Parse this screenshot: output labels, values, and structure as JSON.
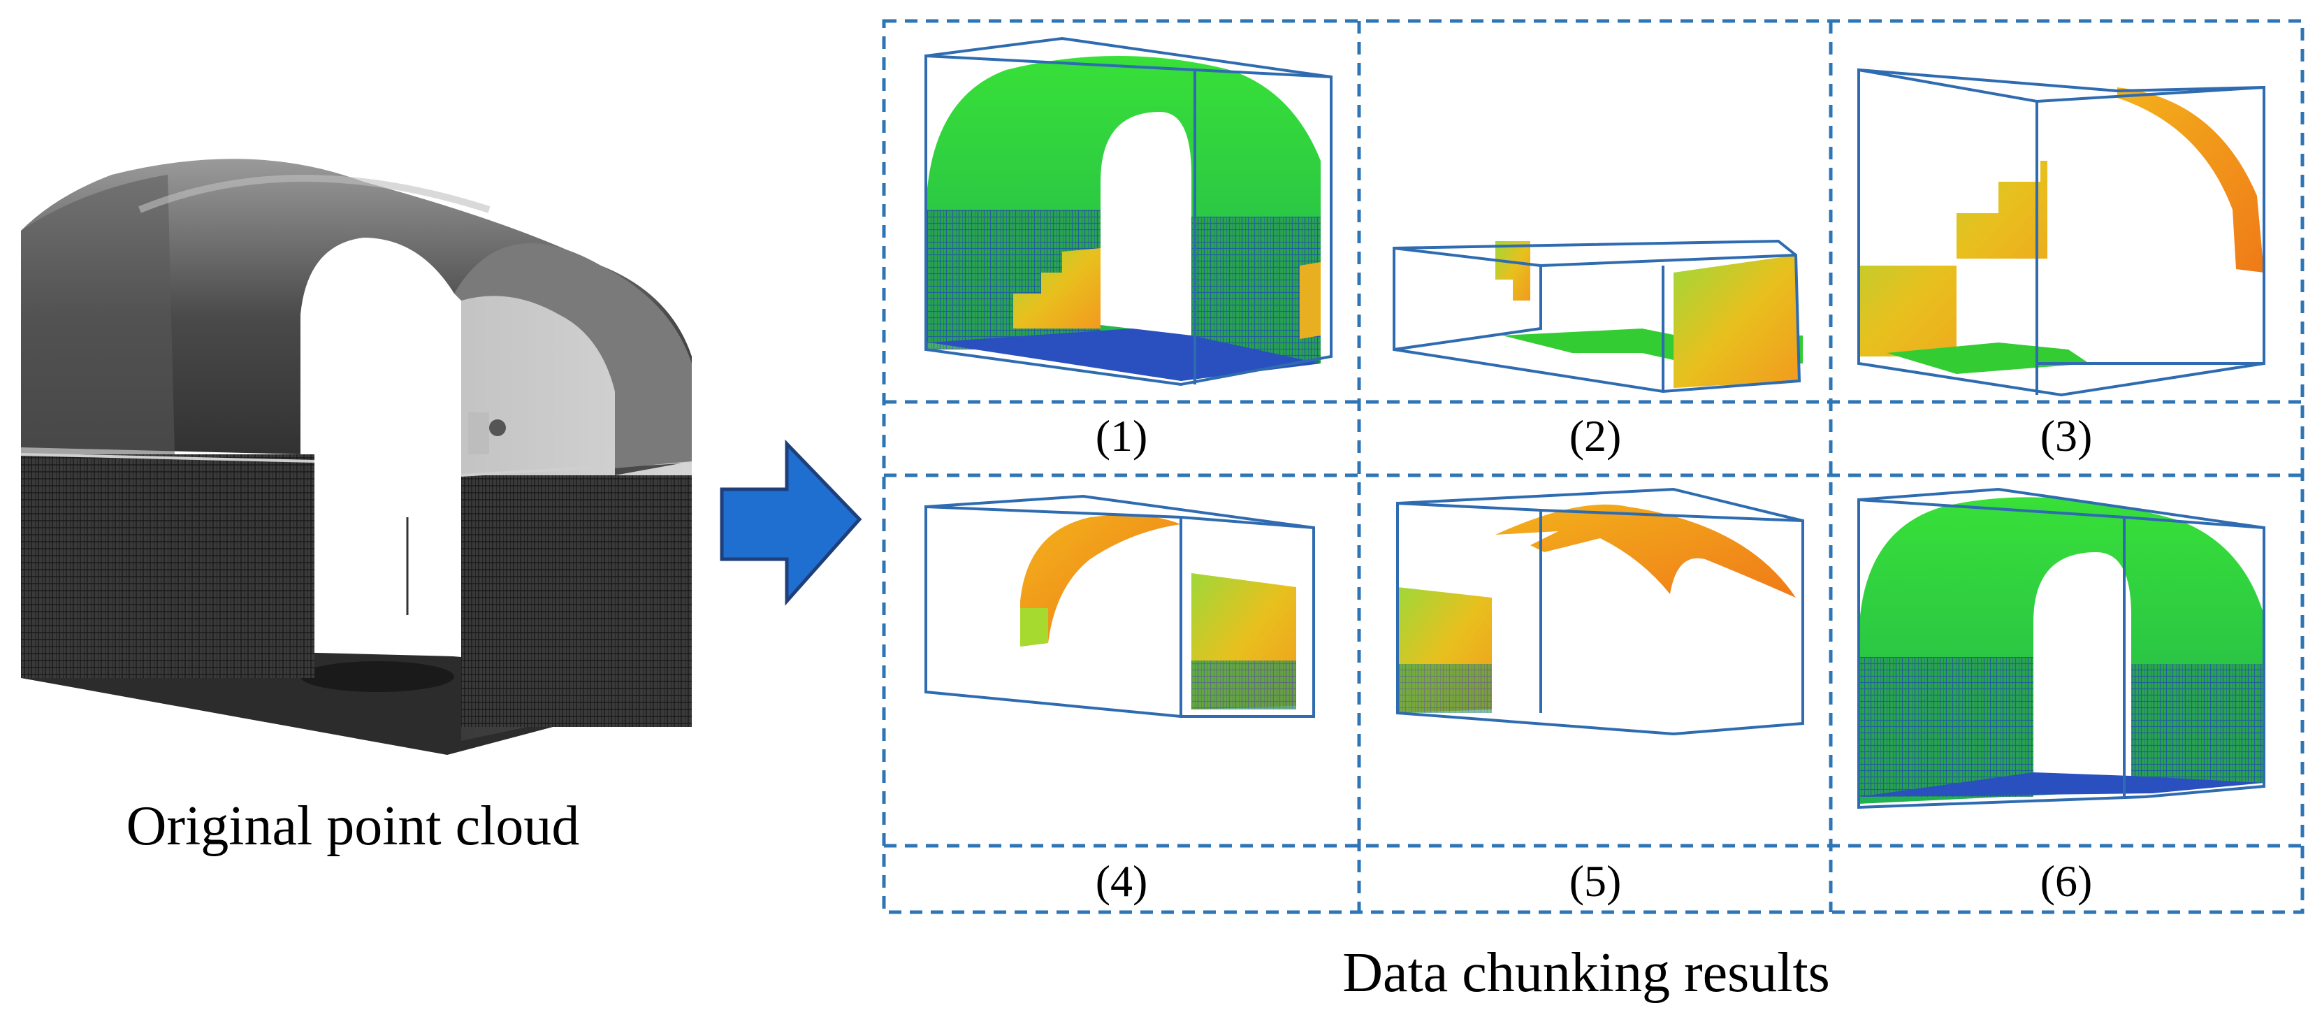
{
  "left_caption": "Original point cloud",
  "right_caption": "Data chunking results",
  "panels": [
    {
      "label": "(1)",
      "content": "full-tunnel-green"
    },
    {
      "label": "(2)",
      "content": "floor-and-wall-slice"
    },
    {
      "label": "(3)",
      "content": "arch-edge-and-wall-steps"
    },
    {
      "label": "(4)",
      "content": "arch-piece-and-wall"
    },
    {
      "label": "(5)",
      "content": "arch-ridge-and-wall"
    },
    {
      "label": "(6)",
      "content": "full-tunnel-green"
    }
  ],
  "colors": {
    "grid_dash": "#2E75B6",
    "box_line": "#2E6BB0",
    "arrow_fill": "#1F6FD1",
    "arrow_stroke": "#1F3F7A",
    "green": "#33CC33",
    "yellow": "#D9E021",
    "orange": "#F39A1E",
    "blue_floor": "#2A4FBF",
    "gray_dark": "#3a3a3a",
    "gray_mid": "#6d6d6d",
    "gray_light": "#a0a0a0"
  },
  "icons": [
    "arrow-right-icon"
  ]
}
